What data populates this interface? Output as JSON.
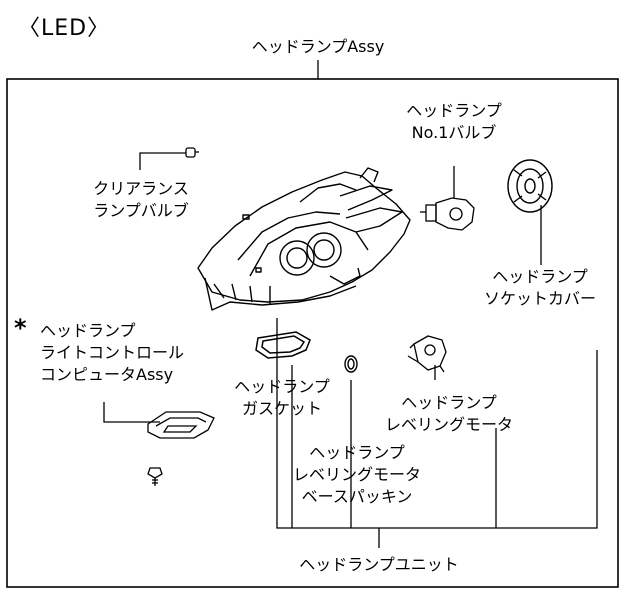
{
  "title": "〈LED〉",
  "labels": {
    "assy": "ヘッドランプAssy",
    "bulb_no1": [
      "ヘッドランプ",
      "No.1バルブ"
    ],
    "clearance": [
      "クリアランス",
      "ランプバルブ"
    ],
    "socket_cover": [
      "ヘッドランプ",
      "ソケットカバー"
    ],
    "light_control": [
      "ヘッドランプ",
      "ライトコントロール",
      "コンピュータAssy"
    ],
    "asterisk": "*",
    "gasket": [
      "ヘッドランプ",
      "ガスケット"
    ],
    "leveling_motor": [
      "ヘッドランプ",
      "レベリングモータ"
    ],
    "base_packing": [
      "ヘッドランプ",
      "レベリングモータ",
      "ベースパッキン"
    ],
    "unit": "ヘッドランプユニット"
  }
}
